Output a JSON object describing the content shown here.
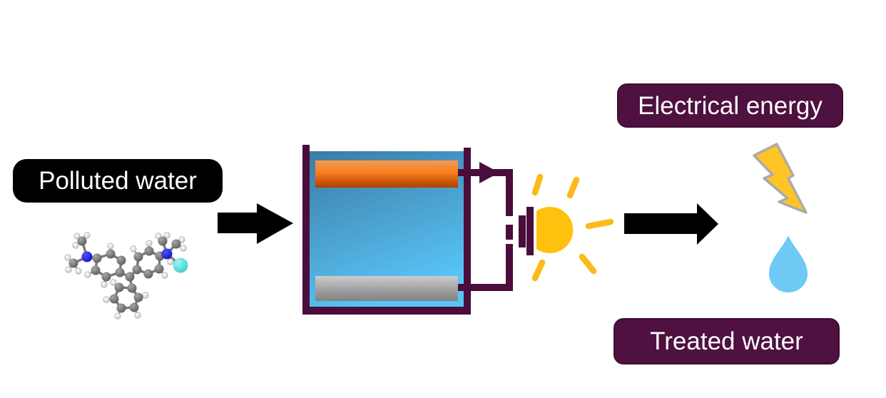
{
  "labels": {
    "polluted_water": "Polluted water",
    "electrical_energy": "Electrical energy",
    "treated_water": "Treated water"
  },
  "colors": {
    "label_black_bg": "#000000",
    "label_purple_bg": "#4E1140",
    "label_purple_edge": "#3E0B33",
    "label_text": "#FFFFFF",
    "circuit_purple": "#4A0D3C",
    "tank_blue_top": "#3D7BA4",
    "tank_blue_bottom": "#58C4F6",
    "electrode_orange_light": "#F49B52",
    "electrode_orange_mid": "#F87D1E",
    "electrode_orange_dark": "#B03F00",
    "electrode_gray_light": "#CCCCCC",
    "electrode_gray_mid": "#A0A0A0",
    "electrode_gray_dark": "#828282",
    "bulb_yellow": "#FFC10D",
    "ray_yellow": "#FBBA18",
    "bolt_yellow": "#FFC425",
    "bolt_outline": "#ABABAB",
    "droplet_blue": "#6EC9F5",
    "arrow_black": "#000000",
    "bond_gray": "#7A7A7A",
    "bond_h_gray": "#9A9A9A"
  },
  "icons": {
    "molecule": "pollutant-dye-molecule",
    "flow_arrow_left": "black-right-arrow",
    "flow_arrow_right": "black-right-arrow",
    "reactor": "two-electrode-photocatalytic-cell",
    "bulb": "glowing-light-bulb",
    "lightning": "lightning-bolt",
    "droplet": "water-droplet"
  }
}
